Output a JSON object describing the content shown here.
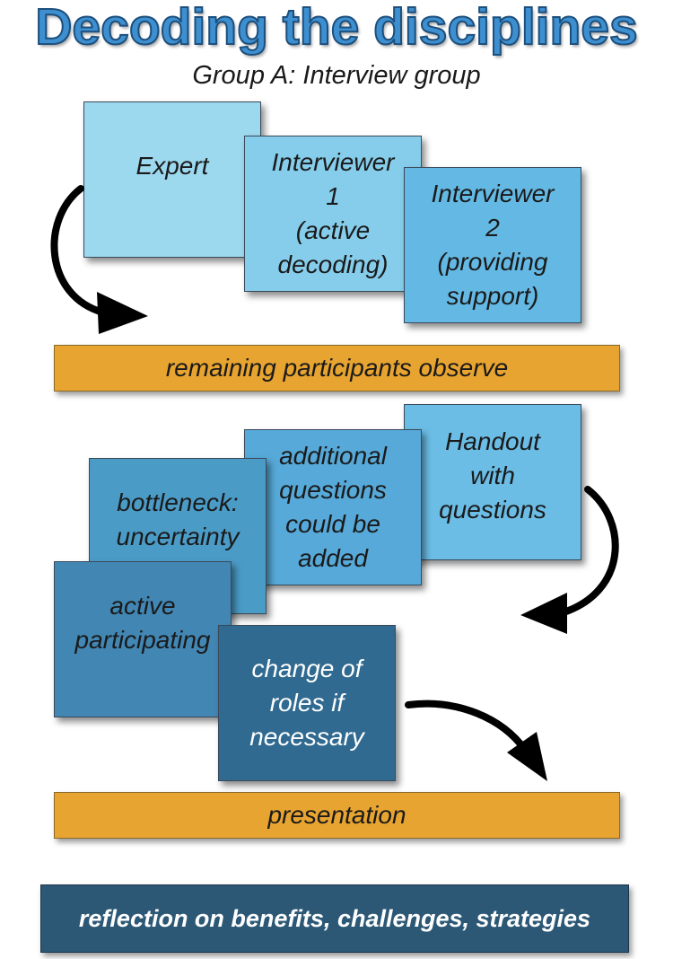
{
  "title": "Decoding the disciplines",
  "subtitle": "Group A: Interview group",
  "boxes": {
    "expert": "Expert",
    "interviewer1": [
      "Interviewer",
      "1",
      "(active",
      "decoding)"
    ],
    "interviewer2": [
      "Interviewer",
      "2",
      "(providing",
      "support)"
    ],
    "handout": [
      "Handout",
      "with",
      "questions"
    ],
    "additional": [
      "additional",
      "questions",
      "could be",
      "added"
    ],
    "bottleneck": [
      "bottleneck:",
      "uncertainty"
    ],
    "active": [
      "active",
      "participating"
    ],
    "change": [
      "change of",
      "roles if",
      "necessary"
    ]
  },
  "bars": {
    "observe": "remaining participants observe",
    "presentation": "presentation",
    "reflection": "reflection on benefits, challenges, strategies"
  },
  "colors": {
    "title_fill": "#3d8fd0",
    "orange": "#e8a430",
    "dark_blue": "#2c5876"
  }
}
